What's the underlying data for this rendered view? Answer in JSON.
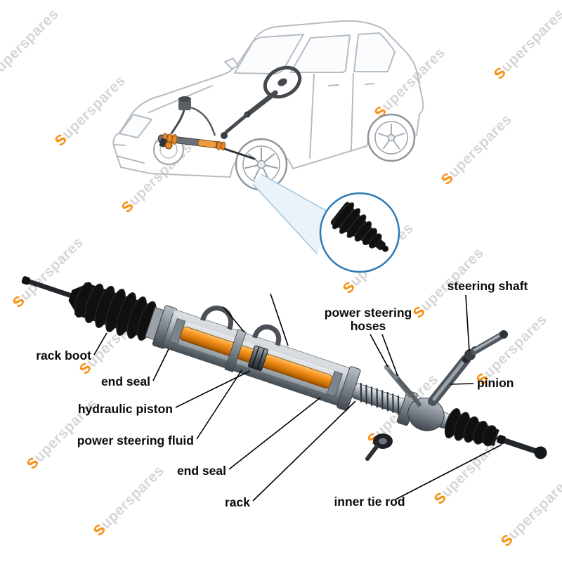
{
  "watermark": {
    "prefix": "s",
    "rest": "uperspares"
  },
  "colors": {
    "accent_orange": "#f7941d",
    "callout_blue": "#2b7bb5",
    "watermark_gray": "#d6d6d6",
    "boot_black": "#101010",
    "label_text": "#0a0a0a"
  },
  "labels": {
    "rack_boot": "rack boot",
    "end_seal_left": "end seal",
    "hydraulic_piston": "hydraulic piston",
    "power_steering_fluid": "power steering fluid",
    "end_seal_right": "end seal",
    "rack": "rack",
    "power_steering_hoses_line1": "power steering",
    "power_steering_hoses_line2": "hoses",
    "steering_shaft": "steering shaft",
    "pinion": "pinion",
    "inner_tie_rod": "inner tie rod"
  }
}
